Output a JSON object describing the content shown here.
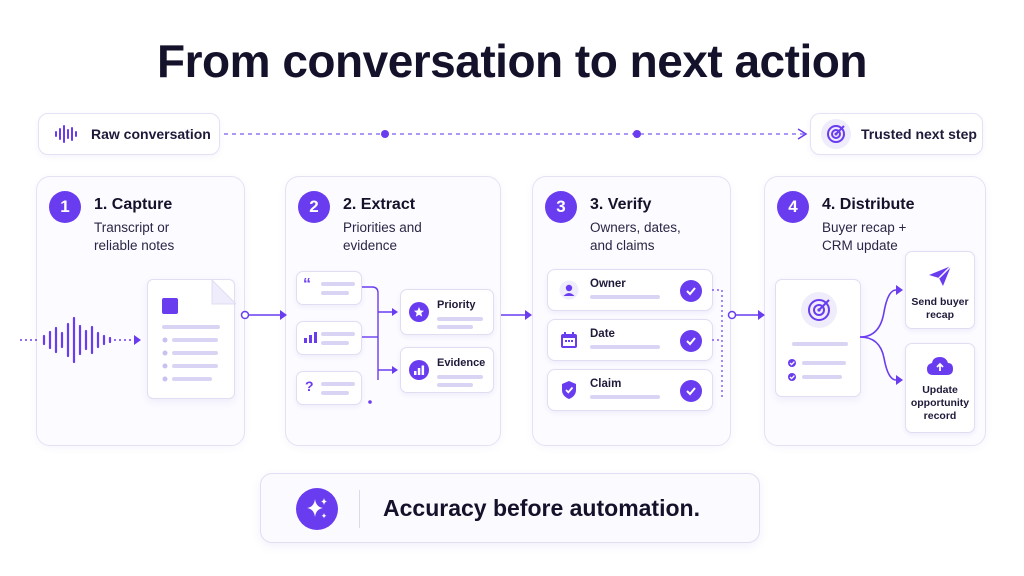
{
  "title": "From conversation to next action",
  "top_flow": {
    "start_label": "Raw conversation",
    "end_label": "Trusted next step"
  },
  "steps": [
    {
      "number": "1",
      "title": "1. Capture",
      "subtitle_line1": "Transcript or",
      "subtitle_line2": "reliable notes"
    },
    {
      "number": "2",
      "title": "2. Extract",
      "subtitle_line1": "Priorities and",
      "subtitle_line2": "evidence",
      "outputs": [
        "Priority",
        "Evidence"
      ]
    },
    {
      "number": "3",
      "title": "3. Verify",
      "subtitle_line1": "Owners, dates,",
      "subtitle_line2": "and claims",
      "checks": [
        "Owner",
        "Date",
        "Claim"
      ]
    },
    {
      "number": "4",
      "title": "4. Distribute",
      "subtitle_line1": "Buyer recap +",
      "subtitle_line2": "CRM update",
      "outputs": [
        {
          "line1": "Send buyer",
          "line2": "recap"
        },
        {
          "line1": "Update",
          "line2": "opportunity",
          "line3": "record"
        }
      ]
    }
  ],
  "banner": {
    "text": "Accuracy before automation."
  },
  "colors": {
    "accent": "#6a3cf0",
    "accent_light": "#efecfb",
    "border": "#e4e1f4"
  },
  "icons": [
    "waveform-icon",
    "target-icon",
    "document-icon",
    "quote-icon",
    "chart-icon",
    "question-icon",
    "star-icon",
    "user-icon",
    "calendar-icon",
    "shield-icon",
    "check-icon",
    "send-icon",
    "cloud-upload-icon",
    "sparkle-icon"
  ]
}
